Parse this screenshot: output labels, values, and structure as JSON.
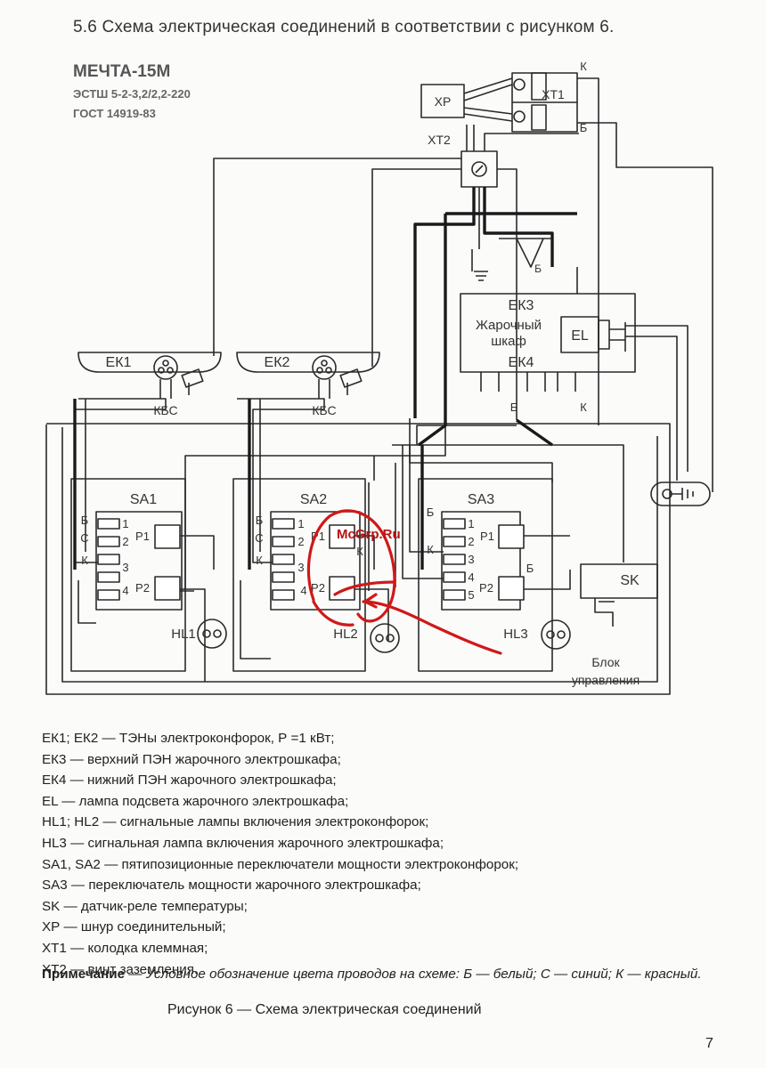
{
  "header": {
    "section_title": "5.6 Схема электрическая соединений в соответствии с рисунком 6.",
    "model": "МЕЧТА-15М",
    "spec_code": "ЭСТШ 5-2-3,2/2,2-220",
    "standard": "ГОСТ 14919-83"
  },
  "diagram": {
    "xp": "ХР",
    "xt1": "ХТ1",
    "xt2": "ХТ2",
    "ek1": "ЕК1",
    "ek2": "ЕК2",
    "ek3": "ЕК3",
    "ek4": "ЕК4",
    "kbs": "КБС",
    "oven_line1": "Жарочный",
    "oven_line2": "шкаф",
    "el": "EL",
    "sa1": "SA1",
    "sa2": "SA2",
    "sa3": "SA3",
    "hl1": "HL1",
    "hl2": "HL2",
    "hl3": "HL3",
    "sk": "SK",
    "p1": "Р1",
    "p2": "Р2",
    "color_b": "Б",
    "color_s": "С",
    "color_k": "К",
    "pins": [
      "1",
      "2",
      "3",
      "4",
      "5"
    ],
    "control_block_line1": "Блок",
    "control_block_line2": "управления",
    "watermark": "McGrp.Ru"
  },
  "legend": [
    "ЕК1; ЕК2 — ТЭНы электроконфорок, Р =1 кВт;",
    "ЕК3 — верхний ПЭН жарочного электрошкафа;",
    "ЕК4 — нижний ПЭН жарочного электрошкафа;",
    "EL — лампа подсвета жарочного электрошкафа;",
    "HL1; HL2 — сигнальные лампы включения электроконфорок;",
    "HL3 — сигнальная лампа включения жарочного электрошкафа;",
    "SA1, SA2 — пятипозиционные переключатели мощности электроконфорок;",
    "SA3 — переключатель мощности жарочного электрошкафа;",
    "SK — датчик-реле температуры;",
    "ХР — шнур соединительный;",
    "ХТ1 — колодка клеммная;",
    "ХТ2 — винт заземления."
  ],
  "note": {
    "label": "Примечание",
    "text": " — Условное обозначение цвета проводов на схеме: Б — белый; С — синий; К — красный."
  },
  "caption": "Рисунок 6 — Схема электрическая соединений",
  "page_number": "7",
  "colors": {
    "ink": "#222222",
    "annotation": "#d01818"
  }
}
